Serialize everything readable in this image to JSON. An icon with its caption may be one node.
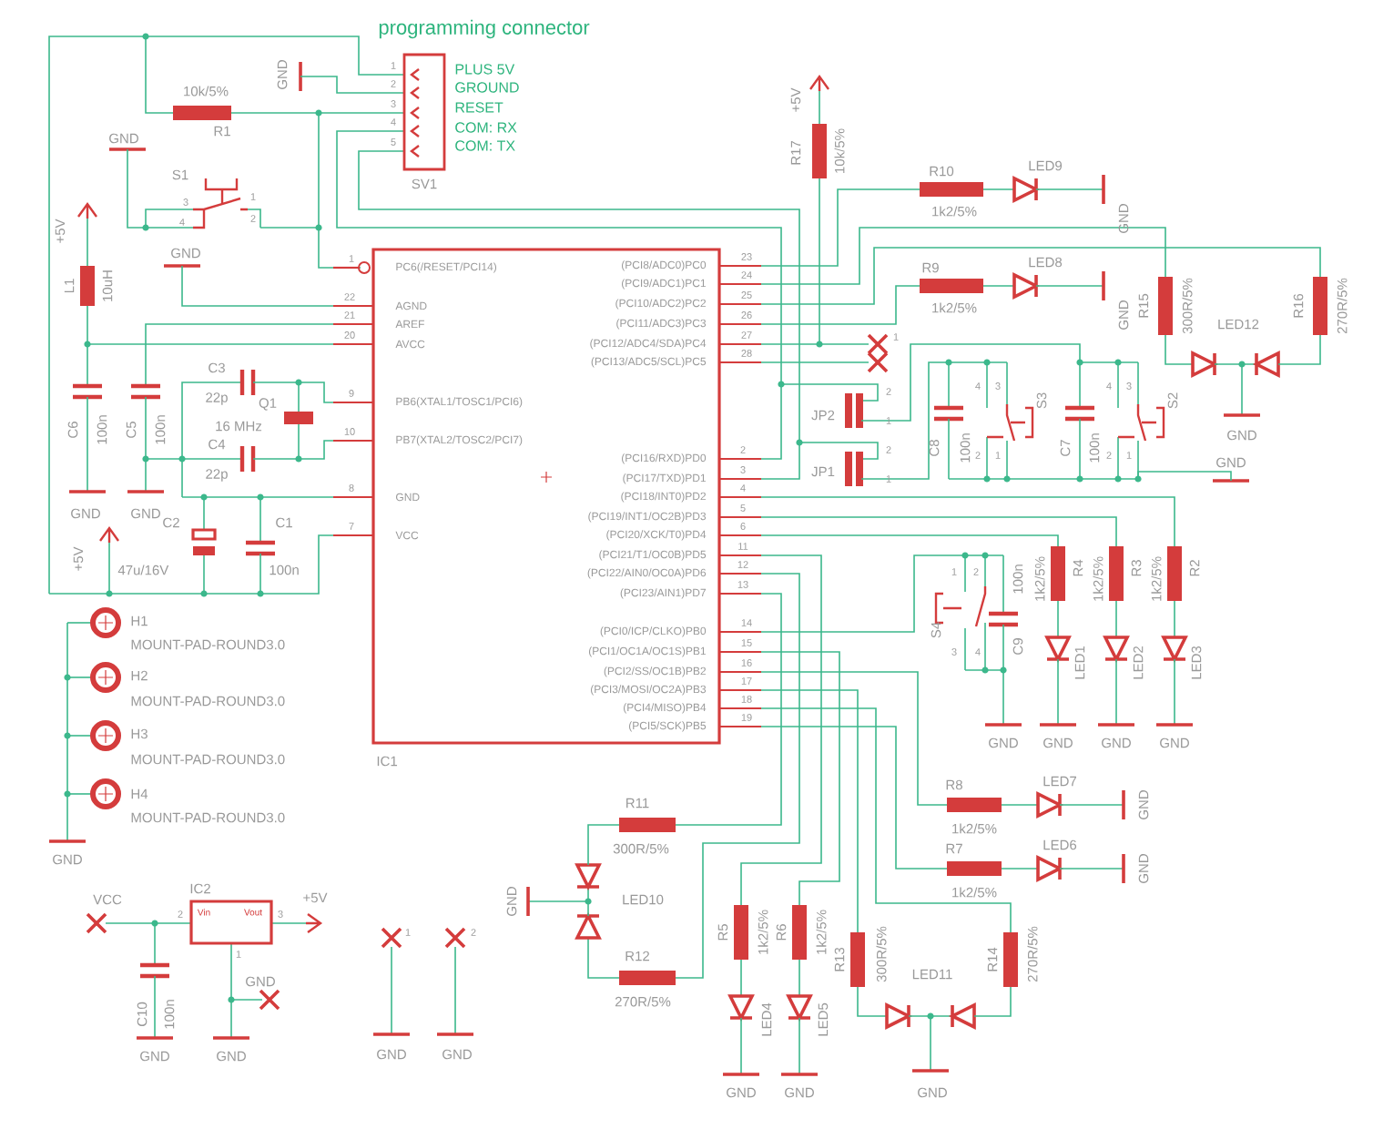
{
  "diagram": {
    "nodes": [
      {
        "text": [
          "PC6(/RESET/PCI14)",
          "AGND",
          "AREF",
          "AVCC",
          "PB6(XTAL1/TOSC1/PCI6)",
          "PB7(XTAL2/TOSC2/PCI7)",
          "GND",
          "VCC",
          "(PCI8/ADC0)PC0",
          "(PCI9/ADC1)PC1",
          "(PCI10/ADC2)PC2",
          "(PCI11/ADC3)PC3",
          "(PCI12/ADC4/SDA)PC4",
          "(PCI13/ADC5/SCL)PC5",
          "(PCI16/RXD)PD0",
          "(PCI17/TXD)PD1",
          "(PCI18/INT0)PD2",
          "(PCI19/INT1/OC2B)PD3",
          "(PCI20/XCK/T0)PD4",
          "(PCI21/T1/OC0B)PD5",
          "(PCI22/AIN0/OC0A)PD6",
          "(PCI23/AIN1)PD7",
          "(PCI0/ICP/CLKO)PB0",
          "(PCI1/OC1A/OC1S)PB1",
          "(PCI2/SS/OC1B)PB2",
          "(PCI3/MOSI/OC2A)PB3",
          "(PCI4/MISO)PB4",
          "(PCI5/SCK)PB5"
        ]
      },
      {
        "text": [
          "Vin",
          "Vout"
        ]
      }
    ],
    "labels": [
      "programming connector",
      "1",
      "2",
      "3",
      "4",
      "5",
      "PLUS 5V",
      "GROUND",
      "RESET",
      "COM: RX",
      "COM: TX",
      "SV1",
      "GND",
      "10k/5%",
      "R1",
      "GND",
      "S1",
      "3",
      "1",
      "4",
      "2",
      "+5V",
      "GND",
      "L1",
      "10uH",
      "1",
      "22",
      "21",
      "20",
      "C3",
      "22p",
      "Q1",
      "16 MHz",
      "C4",
      "22p",
      "9",
      "10",
      "8",
      "7",
      "C6",
      "100n",
      "C5",
      "100n",
      "GND",
      "GND",
      "+5V",
      "C2",
      "C1",
      "47u/16V",
      "100n",
      "H1",
      "MOUNT-PAD-ROUND3.0",
      "H2",
      "MOUNT-PAD-ROUND3.0",
      "H3",
      "MOUNT-PAD-ROUND3.0",
      "H4",
      "MOUNT-PAD-ROUND3.0",
      "GND",
      "IC1",
      "VCC",
      "IC2",
      "+5V",
      "2",
      "3",
      "1",
      "GND",
      "C10",
      "100n",
      "GND",
      "GND",
      "1",
      "2",
      "GND",
      "GND",
      "R11",
      "300R/5%",
      "GND",
      "LED10",
      "R12",
      "270R/5%",
      "+5V",
      "R17",
      "10k/5%",
      "R10",
      "1k2/5%",
      "LED9",
      "GND",
      "23",
      "24",
      "25",
      "26",
      "27",
      "28",
      "R9",
      "1k2/5%",
      "LED8",
      "GND",
      "R15",
      "300R/5%",
      "R16",
      "270R/5%",
      "LED12",
      "1",
      "2",
      "JP2",
      "1",
      "2",
      "JP1",
      "1",
      "4",
      "3",
      "S3",
      "2",
      "1",
      "C8",
      "100n",
      "4",
      "3",
      "S2",
      "2",
      "1",
      "C7",
      "100n",
      "GND",
      "2",
      "3",
      "4",
      "5",
      "GND",
      "6",
      "11",
      "12",
      "13",
      "14",
      "15",
      "16",
      "17",
      "18",
      "19",
      "1k2/5%",
      "R4",
      "1k2/5%",
      "R3",
      "1k2/5%",
      "R2",
      "1",
      "2",
      "100n",
      "C9",
      "S4",
      "3",
      "4",
      "LED1",
      "LED2",
      "LED3",
      "GND",
      "GND",
      "GND",
      "GND",
      "R8",
      "LED7",
      "GND",
      "1k2/5%",
      "R7",
      "LED6",
      "GND",
      "1k2/5%",
      "R5",
      "1k2/5%",
      "R6",
      "1k2/5%",
      "R13",
      "300R/5%",
      "LED11",
      "R14",
      "270R/5%",
      "LED4",
      "LED5",
      "GND",
      "GND",
      "GND"
    ]
  }
}
